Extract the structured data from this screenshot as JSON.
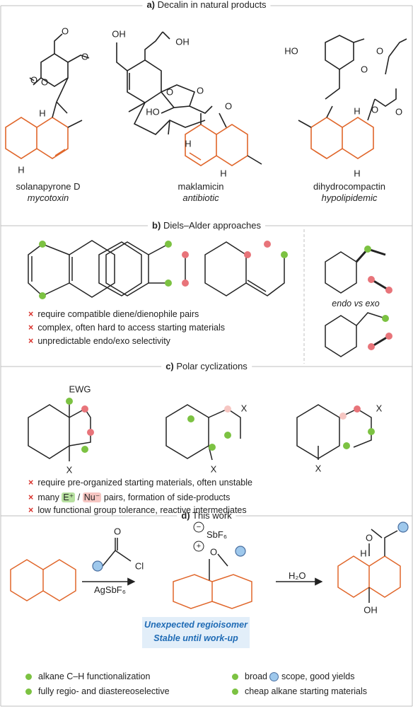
{
  "sections": {
    "a": {
      "letter": "a)",
      "title": "Decalin in natural products"
    },
    "b": {
      "letter": "b)",
      "title": "Diels–Alder approaches"
    },
    "c": {
      "letter": "c)",
      "title": "Polar cyclizations"
    },
    "d": {
      "letter": "d)",
      "title": "This work"
    }
  },
  "natural_products": [
    {
      "name": "solanapyrone D",
      "activity": "mycotoxin"
    },
    {
      "name": "maklamicin",
      "activity": "antibiotic"
    },
    {
      "name": "dihydrocompactin",
      "activity": "hypolipidemic"
    }
  ],
  "diels_alder": {
    "bullets": [
      "require compatible diene/dienophile pairs",
      "complex, often hard to access starting materials",
      "unpredictable endo/exo selectivity"
    ],
    "endo_exo_label": "endo vs exo"
  },
  "polar": {
    "ewg_label": "EWG",
    "x_label": "X",
    "bullet1": "require pre-organized starting materials, often unstable",
    "bullet2_pre": "many",
    "bullet2_e": "E⁺",
    "bullet2_sep": "/",
    "bullet2_nu": "Nu⁻",
    "bullet2_post": "pairs, formation of side-products",
    "bullet3": "low functional group tolerance, reactive intermediates"
  },
  "this_work": {
    "reagent": "AgSbF₆",
    "counterion": "SbF₆",
    "water": "H₂O",
    "box_line1": "Unexpected regioisomer",
    "box_line2": "Stable until work-up",
    "features": [
      "alkane C–H functionalization",
      "fully regio- and diastereoselective",
      "broad",
      "scope, good yields",
      "cheap alkane starting materials"
    ]
  },
  "atoms": {
    "O": "O",
    "OH": "OH",
    "HO": "HO",
    "H": "H",
    "Cl": "Cl",
    "minus": "−",
    "plus": "+"
  },
  "colors": {
    "accent": "#e0662a",
    "green": "#7cc242",
    "red": "#e8747a",
    "blue": "#9ec8ec",
    "box_text": "#1f6bb5",
    "frame": "#bfbfbf"
  }
}
